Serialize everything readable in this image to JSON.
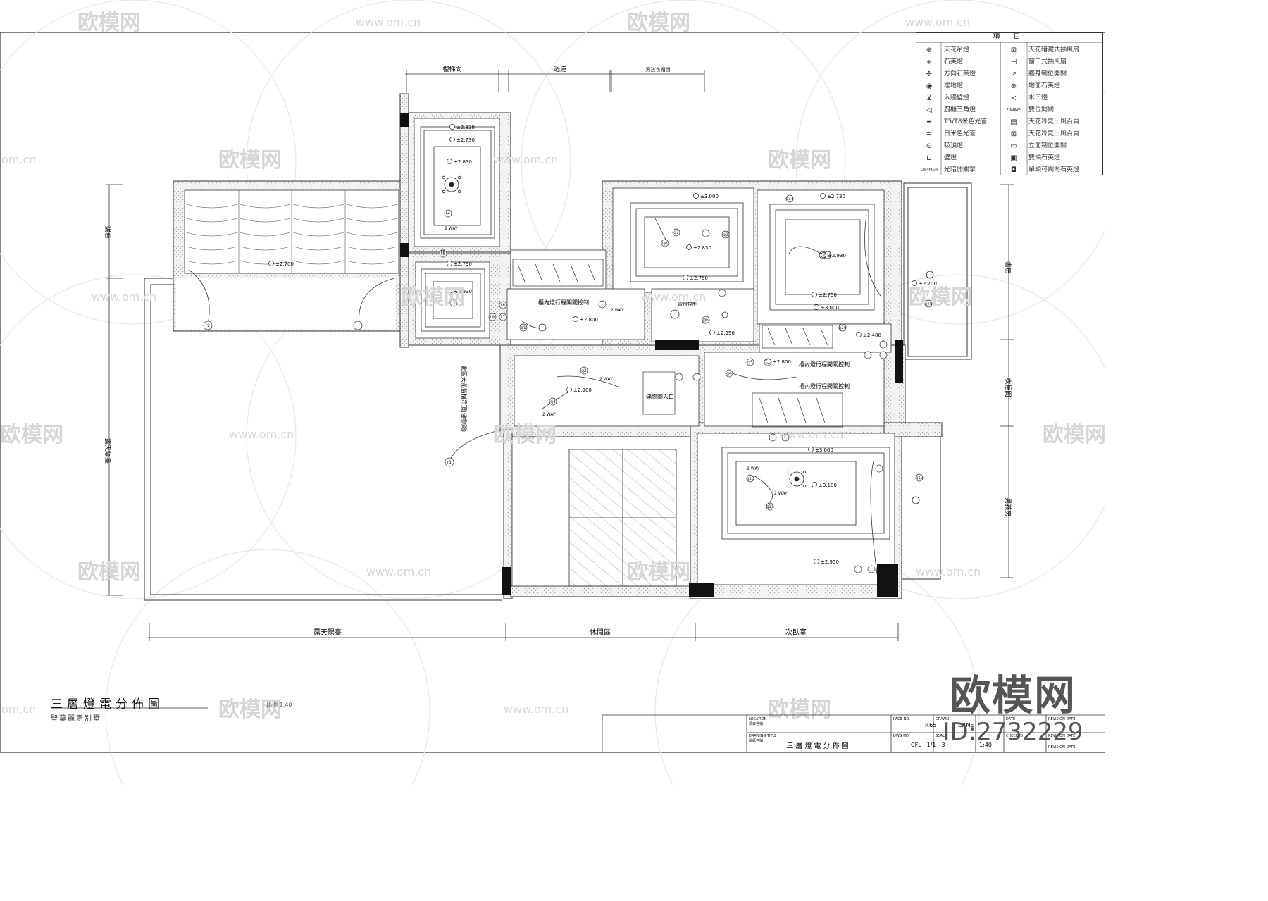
{
  "drawing": {
    "title": "三層燈電分佈圖",
    "project": "聖莫麗斯別墅",
    "scale_note": "比例 1:40"
  },
  "watermark": {
    "brand": "欧模网",
    "url": "www.om.cn",
    "url_short": "om.cn",
    "big_brand": "欧模网",
    "id_text": "ID:2732229"
  },
  "legend": {
    "title": "項 目",
    "items": [
      {
        "icon": "ceiling-pendant-icon",
        "label": "天花吊燈"
      },
      {
        "icon": "spotlight-icon",
        "label": "石英燈"
      },
      {
        "icon": "directional-spot-icon",
        "label": "方向石英燈"
      },
      {
        "icon": "floor-light-icon",
        "label": "埋地燈"
      },
      {
        "icon": "recessed-wall-light-icon",
        "label": "入牆壁燈"
      },
      {
        "icon": "triangle-light-icon",
        "label": "廚櫃三角燈"
      },
      {
        "icon": "t5-tube-icon",
        "label": "T5/T8米色光管"
      },
      {
        "icon": "cold-tube-icon",
        "label": "日米色光管"
      },
      {
        "icon": "ceiling-light-icon",
        "label": "吸頂燈"
      },
      {
        "icon": "wall-light-icon",
        "label": "壁燈"
      },
      {
        "icon": "dimmer-icon",
        "label": "光暗開關掣",
        "symbol_text": "DIMMER"
      },
      {
        "icon": "exhaust-fan-icon",
        "label": "天花暗藏式抽風扇"
      },
      {
        "icon": "window-fan-icon",
        "label": "窗口式抽風扇"
      },
      {
        "icon": "switch-icon",
        "label": "牆身制位開關"
      },
      {
        "icon": "bulkhead-spot-icon",
        "label": "地面石英燈"
      },
      {
        "icon": "underwater-light-icon",
        "label": "水下燈"
      },
      {
        "icon": "two-way-switch-icon",
        "label": "雙位開關",
        "symbol_text": "2 WAYS"
      },
      {
        "icon": "ac-return-grille-icon",
        "label": "天花冷氣出風百頁"
      },
      {
        "icon": "ac-supply-grille-icon",
        "label": "天花冷氣出風百頁"
      },
      {
        "icon": "elevation-switch-icon",
        "label": "立面制位開關"
      },
      {
        "icon": "double-quartz-icon",
        "label": "雙頭石英燈"
      },
      {
        "icon": "single-adjust-icon",
        "label": "單頭可調向石英燈"
      }
    ]
  },
  "rooms": {
    "stair": "樓梯間",
    "corridor": "過道",
    "dressing": "男孩衣帽間",
    "balcony": "陽台",
    "terrace_v": "露天陽臺",
    "study": "書房",
    "cloak": "衣帽間",
    "boys_room": "男孩房",
    "terrace_h": "露天陽臺",
    "leisure": "休閒區",
    "second_bed": "次臥室",
    "storage_entry": "儲物間入口",
    "note_vertical": "此區天花搭構吊頂(儲物間)",
    "switch_note": "電燈控制"
  },
  "annotations": {
    "two_way": "2 WAY",
    "closet_switch": "櫃內燈行程開關控制",
    "levels": [
      "±2.930",
      "±2.730",
      "±2.830",
      "±2.700",
      "±2.790",
      "±2.930",
      "±2.800",
      "±3.000",
      "±2.830",
      "±2.750",
      "±2.730",
      "±2.930",
      "±2.750",
      "±3.000",
      "±2.350",
      "±2.480",
      "±2.800",
      "±2.900",
      "±3.000",
      "±3.100",
      "±2.950",
      "±2.700"
    ],
    "tags": [
      "t4",
      "t5",
      "t6",
      "t7",
      "t8",
      "t9",
      "q1",
      "q2",
      "q3",
      "q4",
      "q5",
      "q6",
      "q7",
      "q8",
      "q9",
      "q10",
      "q11",
      "q12",
      "q13",
      "q14",
      "q15",
      "q16",
      "r1",
      "r2"
    ]
  },
  "title_block": {
    "location_label": "LOCATION",
    "location_sub": "項目名稱",
    "drawing_title_label": "DRAWING TITLE",
    "drawing_title_sub": "圖紙名稱",
    "drawing_title_value": "三層燈電分佈圖",
    "page_label": "PAGE NO.",
    "page_value": "P.65",
    "dwg_label": "DWG NO.",
    "dwg_value": "CFL - 1/1 - 3",
    "drawn_label": "DRAWN",
    "drawn_value": "DANE",
    "scale_label": "SCALE",
    "scale_value": "1:40",
    "date_label": "DATE",
    "checked_label": "CHECKED",
    "revision_label": "REVISION DATE",
    "revision_label2": "REVISION DATE",
    "revision_label3": "REVISION DATE"
  }
}
